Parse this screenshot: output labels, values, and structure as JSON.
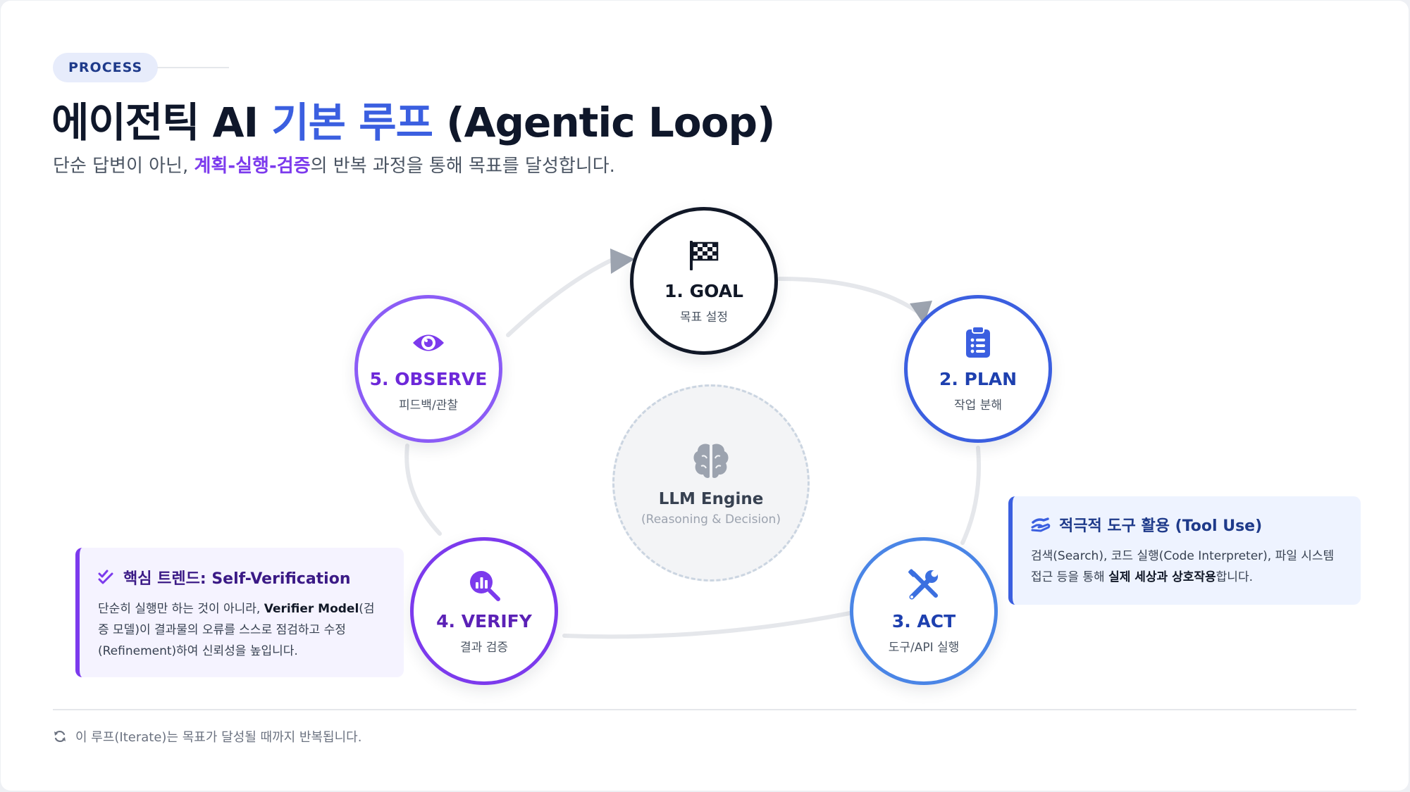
{
  "header": {
    "tag": "PROCESS",
    "title_pre": "에이전틱 AI ",
    "title_highlight": "기본 루프",
    "title_post": " (Agentic Loop)",
    "subtitle_pre": "단순 답변이 아닌, ",
    "subtitle_accent": "계획-실행-검증",
    "subtitle_post": "의 반복 과정을 통해 목표를 달성합니다."
  },
  "colors": {
    "goal": "#111827",
    "plan": "#3b5fe0",
    "act": "#4a85e6",
    "verify": "#7c3aed",
    "observe": "#8b5cf6",
    "title_highlight": "#3b5fe0",
    "accent": "#7c3aed"
  },
  "nodes": {
    "goal": {
      "label": "1. GOAL",
      "sub": "목표 설정",
      "icon": "checkered-flag-icon"
    },
    "plan": {
      "label": "2. PLAN",
      "sub": "작업 분해",
      "icon": "clipboard-list-icon"
    },
    "act": {
      "label": "3. ACT",
      "sub": "도구/API 실행",
      "icon": "tools-icon"
    },
    "verify": {
      "label": "4. VERIFY",
      "sub": "결과 검증",
      "icon": "chart-magnifier-icon"
    },
    "observe": {
      "label": "5. OBSERVE",
      "sub": "피드백/관찰",
      "icon": "eye-icon"
    }
  },
  "center": {
    "label": "LLM Engine",
    "sub": "(Reasoning & Decision)",
    "icon": "brain-icon"
  },
  "callouts": {
    "verification": {
      "icon": "double-check-icon",
      "title": "핵심 트렌드: Self-Verification",
      "body_pre": "단순히 실행만 하는 것이 아니라, ",
      "body_bold": "Verifier Model",
      "body_post": "(검증 모델)이 결과물의 오류를 스스로 점검하고 수정(Refinement)하여 신뢰성을 높입니다."
    },
    "tool_use": {
      "icon": "hand-holding-icon",
      "title": "적극적 도구 활용 (Tool Use)",
      "body_pre": "검색(Search), 코드 실행(Code Interpreter), 파일 시스템 접근 등을 통해 ",
      "body_bold": "실제 세상과 상호작용",
      "body_post": "합니다."
    }
  },
  "footer": {
    "icon": "refresh-icon",
    "text": "이 루프(Iterate)는 목표가 달성될 때까지 반복됩니다."
  }
}
